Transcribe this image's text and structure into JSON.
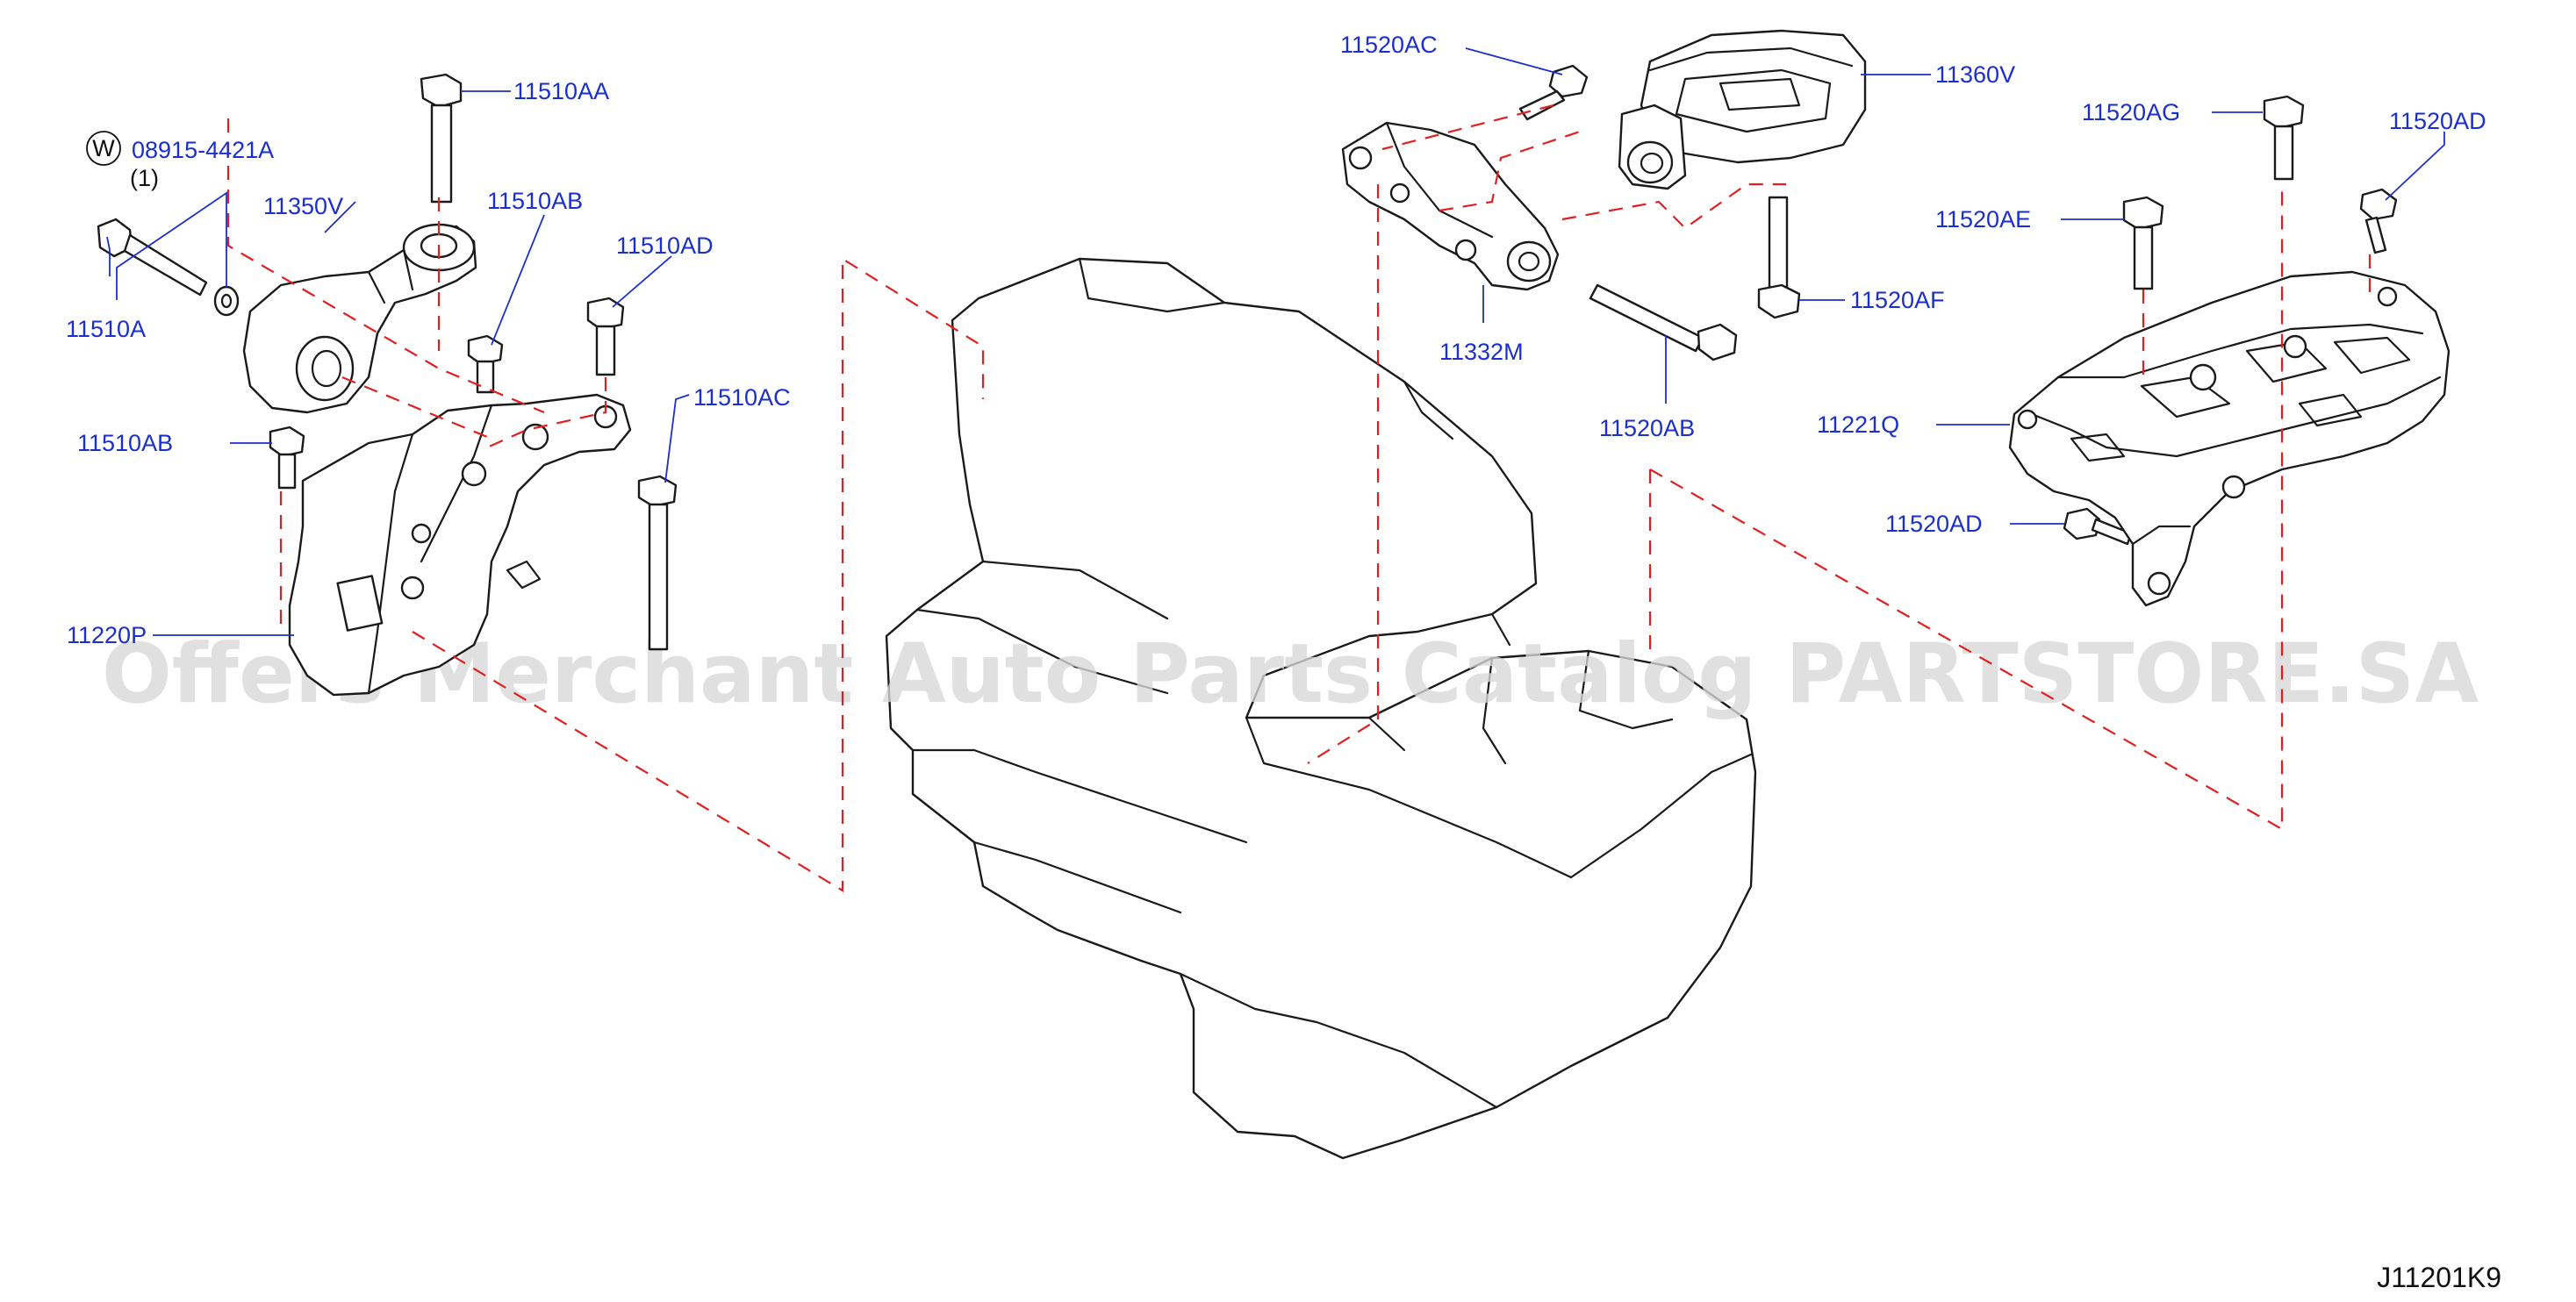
{
  "diagram": {
    "reference_code": "J11201K9",
    "watermark": "Offers Merchant Auto Parts Catalog PARTSTORE.SA",
    "washer_symbol": "W",
    "labels": {
      "p08915_4421A": "08915-4421A",
      "p08915_qty": "(1)",
      "p11510AA": "11510AA",
      "p11350V": "11350V",
      "p11510AB_top": "11510AB",
      "p11510AD": "11510AD",
      "p11510A": "11510A",
      "p11510AC": "11510AC",
      "p11510AB_left": "11510AB",
      "p11220P": "11220P",
      "p11520AC": "11520AC",
      "p11360V": "11360V",
      "p11520AG": "11520AG",
      "p11520AD_top": "11520AD",
      "p11520AE": "11520AE",
      "p11520AF": "11520AF",
      "p11332M": "11332M",
      "p11520AB": "11520AB",
      "p11221Q": "11221Q",
      "p11520AD_bottom": "11520AD"
    }
  },
  "colors": {
    "label_text": "#1a2fd0",
    "dashed_guides": "#e02020",
    "line_art": "#1a1a1a",
    "watermark": "#d8d8d8"
  }
}
